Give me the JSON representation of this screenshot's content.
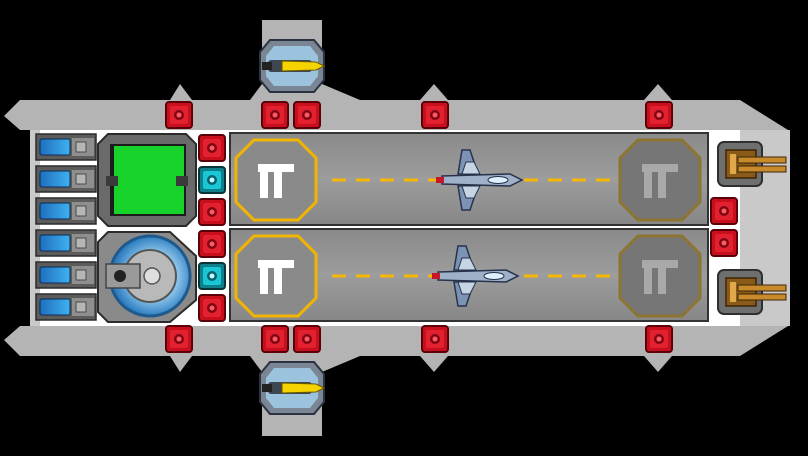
{
  "scene": {
    "background": "#000000",
    "hull_color": "#b3b3b3",
    "hull_light": "#c8c8c8",
    "interior_color": "#ffffff",
    "runway_color": "#8e8e8e",
    "accent_yellow": "#f5b800",
    "status_green": "#17d22a",
    "red_tile": "#c80f1e",
    "cyan_tile": "#19c6d6"
  },
  "elements": {
    "runways": [
      {
        "name": "runway-top",
        "has_fighter": true
      },
      {
        "name": "runway-bottom",
        "has_fighter": true
      }
    ],
    "launch_pads": [
      {
        "name": "launch-pad-start-top",
        "state": "active"
      },
      {
        "name": "launch-pad-end-top",
        "state": "inactive"
      },
      {
        "name": "launch-pad-start-bottom",
        "state": "active"
      },
      {
        "name": "launch-pad-end-bottom",
        "state": "inactive"
      }
    ],
    "icons": {
      "fighter": "fighter-icon",
      "turret": "turret-icon",
      "cannon": "cannon-icon",
      "reactor": "reactor-icon",
      "shield_generator": "shield-generator-icon",
      "battery": "battery-icon"
    }
  }
}
